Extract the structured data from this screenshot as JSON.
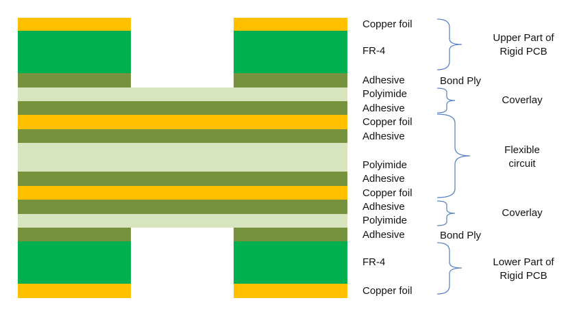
{
  "colors": {
    "copper": "#FFC000",
    "fr4": "#00B050",
    "adhesive": "#76923C",
    "polyimide": "#D7E4BD",
    "bracket": "#5B84C4"
  },
  "layers": [
    {
      "name": "upper-copper-foil",
      "material": "copper",
      "label": "Copper foil",
      "rigid": true
    },
    {
      "name": "upper-fr4",
      "material": "fr4",
      "label": "FR-4",
      "rigid": true
    },
    {
      "name": "upper-bondply-adhesive",
      "material": "adhesive",
      "label": "Adhesive",
      "rigid": true
    },
    {
      "name": "upper-coverlay-polyimide",
      "material": "polyimide",
      "label": "Polyimide",
      "rigid": false
    },
    {
      "name": "upper-coverlay-adhesive",
      "material": "adhesive",
      "label": "Adhesive",
      "rigid": false
    },
    {
      "name": "flex-upper-copper-foil",
      "material": "copper",
      "label": "Copper foil",
      "rigid": false
    },
    {
      "name": "flex-upper-adhesive",
      "material": "adhesive",
      "label": "Adhesive",
      "rigid": false
    },
    {
      "name": "flex-polyimide-core",
      "material": "polyimide",
      "label": "Polyimide",
      "rigid": false
    },
    {
      "name": "flex-lower-adhesive",
      "material": "adhesive",
      "label": "Adhesive",
      "rigid": false
    },
    {
      "name": "flex-lower-copper-foil",
      "material": "copper",
      "label": "Copper foil",
      "rigid": false
    },
    {
      "name": "lower-coverlay-adhesive",
      "material": "adhesive",
      "label": "Adhesive",
      "rigid": false
    },
    {
      "name": "lower-coverlay-polyimide",
      "material": "polyimide",
      "label": "Polyimide",
      "rigid": false
    },
    {
      "name": "lower-bondply-adhesive",
      "material": "adhesive",
      "label": "Adhesive",
      "rigid": true
    },
    {
      "name": "lower-fr4",
      "material": "fr4",
      "label": "FR-4",
      "rigid": true
    },
    {
      "name": "lower-copper-foil",
      "material": "copper",
      "label": "Copper foil",
      "rigid": true
    }
  ],
  "groups": {
    "upper_rigid": {
      "line1": "Upper Part of",
      "line2": "Rigid PCB"
    },
    "upper_bond_ply": "Bond Ply",
    "upper_coverlay": "Coverlay",
    "flexible": {
      "line1": "Flexible",
      "line2": "circuit"
    },
    "lower_coverlay": "Coverlay",
    "lower_bond_ply": "Bond Ply",
    "lower_rigid": {
      "line1": "Lower Part of",
      "line2": "Rigid PCB"
    }
  }
}
